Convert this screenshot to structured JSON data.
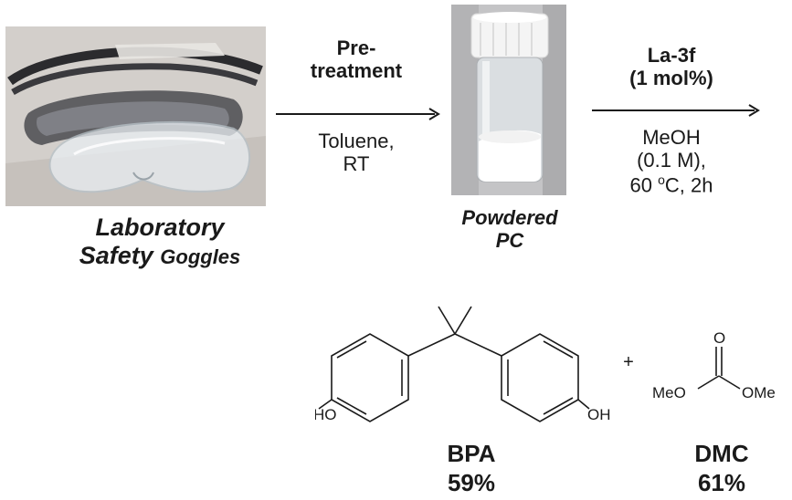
{
  "photos": {
    "goggles_icon": "goggles-photo",
    "vial_icon": "vial-photo"
  },
  "captions": {
    "goggles_line1": "Laboratory",
    "goggles_line2_a": "Safety",
    "goggles_line2_b": "Goggles",
    "pc_line1": "Powdered",
    "pc_line2": "PC"
  },
  "step1": {
    "above_line1": "Pre-",
    "above_line2": "treatment",
    "below_line1": "Toluene,",
    "below_line2": "RT"
  },
  "step2": {
    "catalyst": "La-3f",
    "loading": "(1 mol%)",
    "solvent": "MeOH",
    "concentration": "(0.1 M),",
    "temperature_value": "60 ",
    "temperature_degree": "o",
    "temperature_unit": "C, 2h"
  },
  "structures": {
    "bpa_left_group": "HO",
    "bpa_right_group": "OH",
    "plus": "+",
    "dmc_carbonyl_o": "O",
    "dmc_left_group": "MeO",
    "dmc_right_group": "OMe"
  },
  "products": {
    "bpa_name": "BPA",
    "bpa_yield": "59%",
    "dmc_name": "DMC",
    "dmc_yield": "61%"
  }
}
